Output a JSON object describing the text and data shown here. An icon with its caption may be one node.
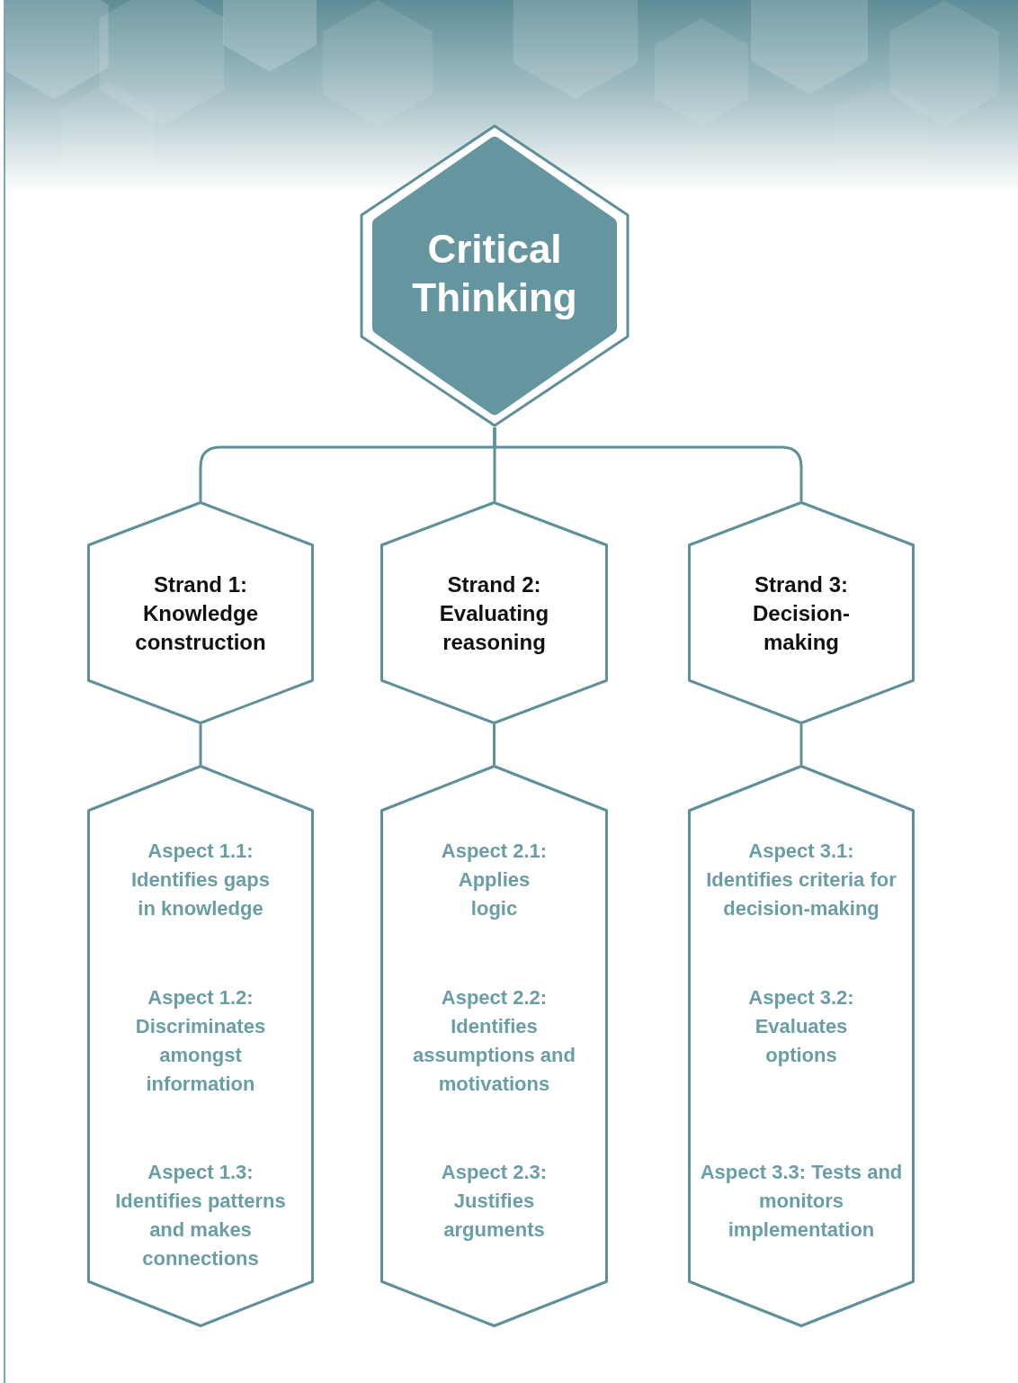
{
  "diagram": {
    "nodes": [
      {
        "text": [
          "Critical Thinking"
        ]
      },
      {
        "text": [
          "Strand 1: Knowledge construction"
        ]
      },
      {
        "text": [
          "Strand 2: Evaluating reasoning"
        ]
      },
      {
        "text": [
          "Strand 3: Decision-making"
        ]
      },
      {
        "text": [
          "Aspect 1.1: Identifies gaps in knowledge",
          "Aspect 1.2: Discriminates amongst information",
          "Aspect 1.3: Identifies patterns and makes connections"
        ]
      },
      {
        "text": [
          "Aspect 2.1: Applies logic",
          "Aspect 2.2: Identifies assumptions and motivations",
          "Aspect 2.3: Justifies arguments"
        ]
      },
      {
        "text": [
          "Aspect 3.1: Identifies criteria for decision-making",
          "Aspect 3.2: Evaluates options",
          "Aspect 3.3: Tests and monitors implementation"
        ]
      }
    ],
    "edges": [
      {
        "from": 0,
        "to": 1,
        "arrow": "none"
      },
      {
        "from": 0,
        "to": 2,
        "arrow": "none"
      },
      {
        "from": 0,
        "to": 3,
        "arrow": "none"
      },
      {
        "from": 1,
        "to": 4,
        "arrow": "none"
      },
      {
        "from": 2,
        "to": 5,
        "arrow": "none"
      },
      {
        "from": 3,
        "to": 6,
        "arrow": "none"
      }
    ]
  }
}
